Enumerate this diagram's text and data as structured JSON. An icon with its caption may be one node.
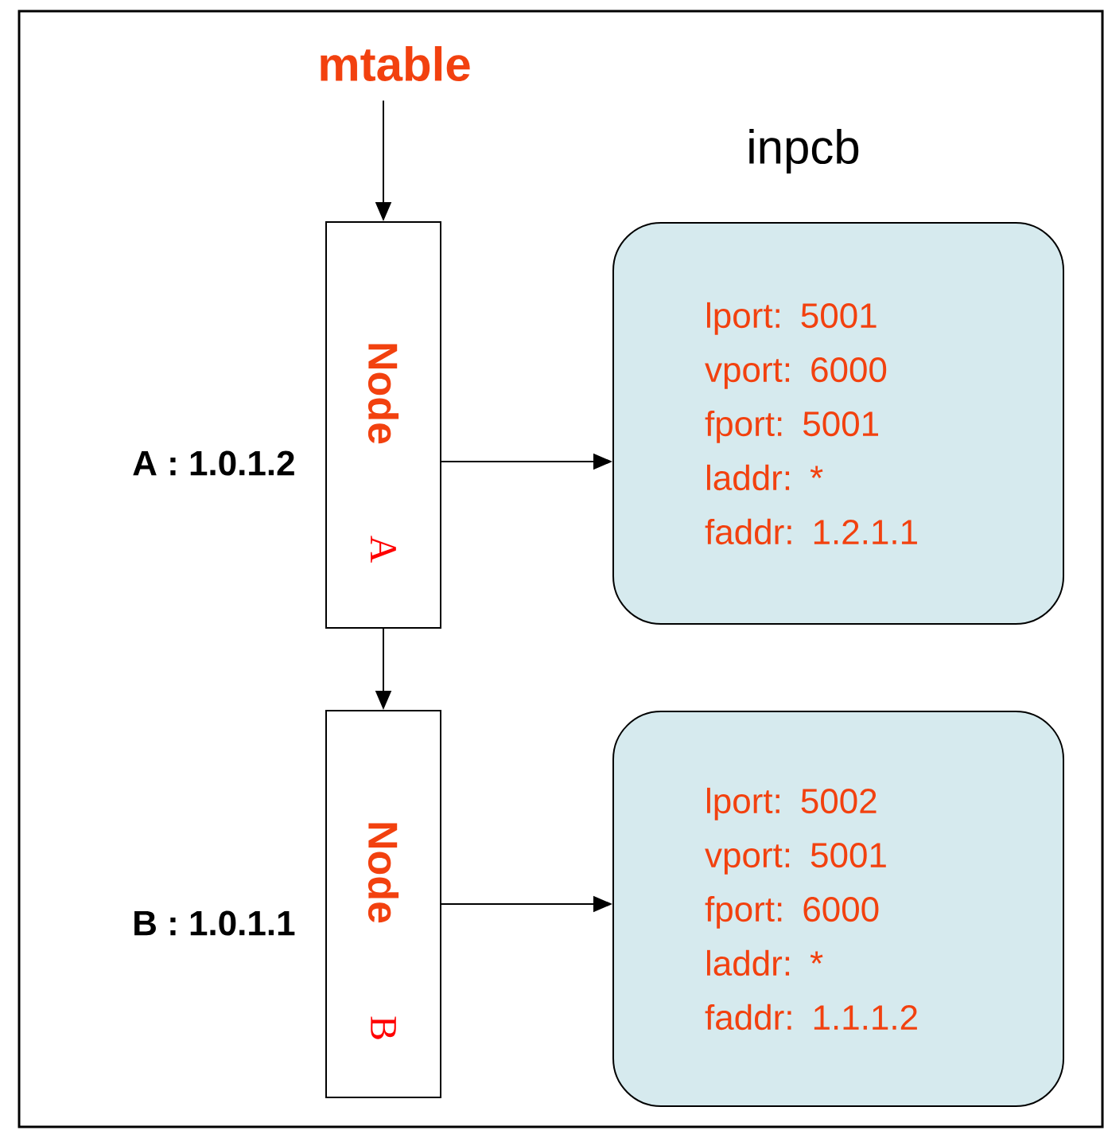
{
  "diagram": {
    "nodes": [
      {
        "text": [
          "mtable"
        ]
      },
      {
        "text": [
          "Node",
          "A"
        ],
        "beside": [
          "A : 1.0.1.2"
        ]
      },
      {
        "text": [
          "inpcb",
          "lport: 5001",
          "vport: 6000",
          "fport: 5001",
          "laddr: *",
          "faddr: 1.2.1.1"
        ]
      },
      {
        "text": [
          "Node",
          "B"
        ],
        "beside": [
          "B : 1.0.1.1"
        ]
      },
      {
        "text": [
          "lport: 5002",
          "vport: 5001",
          "fport: 6000",
          "laddr: *",
          "faddr: 1.1.1.2"
        ]
      }
    ],
    "edges": [
      {
        "from": 0,
        "to": 1,
        "arrow": "to"
      },
      {
        "from": 1,
        "to": 2,
        "arrow": "to"
      },
      {
        "from": 1,
        "to": 3,
        "arrow": "to"
      },
      {
        "from": 3,
        "to": 4,
        "arrow": "to"
      }
    ]
  }
}
